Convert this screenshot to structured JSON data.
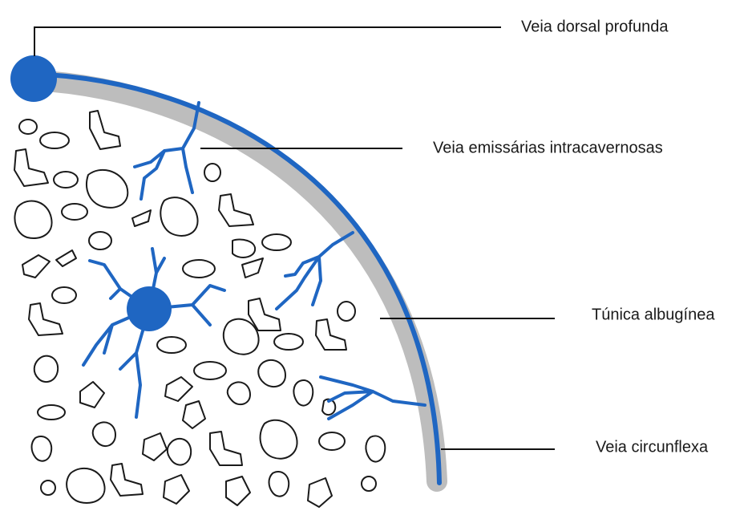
{
  "labels": {
    "dorsal_vein": "Veia dorsal profunda",
    "emissary_veins": "Veia emissárias intracavernosas",
    "tunica": "Túnica albugínea",
    "circumflex_vein": "Veia circunflexa"
  },
  "colors": {
    "vein": "#1f66c2",
    "tunica": "#bdbdbd",
    "outline": "#1a1a1a",
    "background": "#ffffff"
  }
}
